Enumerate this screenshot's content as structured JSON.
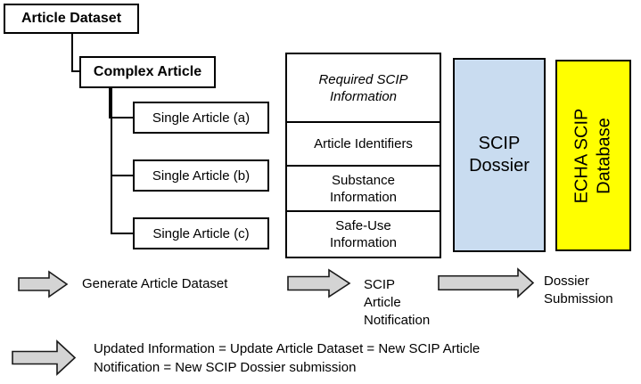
{
  "tree": {
    "article_dataset_label": "Article Dataset",
    "complex_article_label": "Complex Article",
    "single_articles": [
      {
        "label": "Single Article (a)"
      },
      {
        "label": "Single Article (b)"
      },
      {
        "label": "Single Article (c)"
      }
    ]
  },
  "scip_info_table": {
    "header": "Required SCIP\nInformation",
    "rows": [
      {
        "label": "Article Identifiers"
      },
      {
        "label": "Substance\nInformation"
      },
      {
        "label": "Safe-Use\nInformation"
      }
    ]
  },
  "scip_dossier_label": "SCIP\nDossier",
  "echa_database_label": "ECHA SCIP\nDatabase",
  "flow": {
    "step1_label": "Generate Article Dataset",
    "step2_label": "SCIP\nArticle\nNotification",
    "step3_label": "Dossier\nSubmission",
    "update_note": "Updated Information = Update Article Dataset = New SCIP Article\nNotification = New SCIP Dossier submission"
  },
  "colors": {
    "dossier_fill": "#c9dcf0",
    "database_fill": "#ffff00",
    "arrow_fill": "#d4d4d4",
    "box_border": "#000000"
  }
}
